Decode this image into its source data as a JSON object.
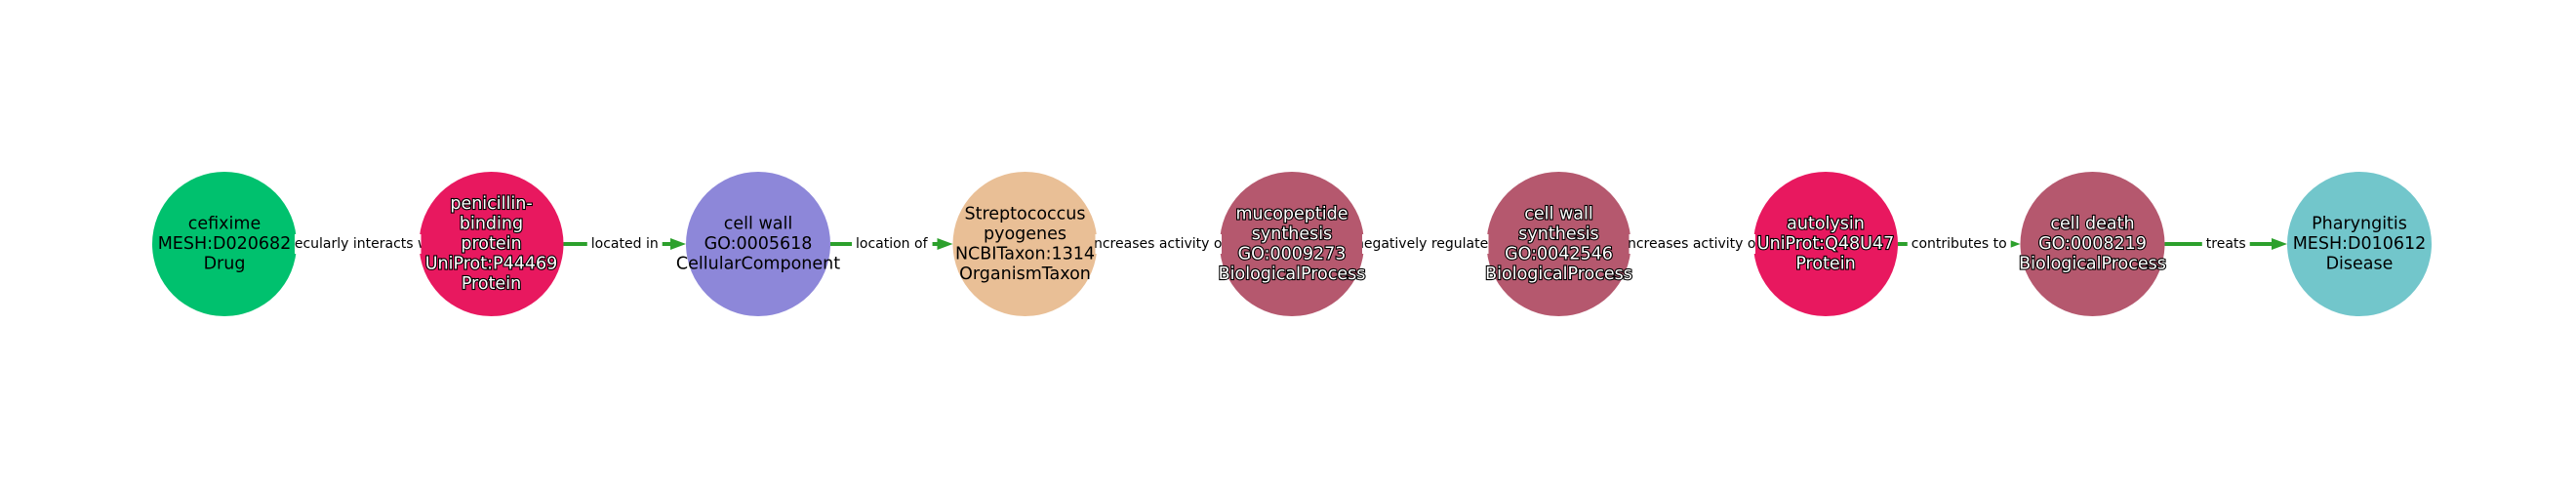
{
  "nodes": [
    {
      "lines": [
        "cefixime",
        "MESH:D020682",
        "Drug"
      ],
      "color": "#00c16e",
      "text_style": "dark"
    },
    {
      "lines": [
        "penicillin-",
        "binding",
        "protein",
        "UniProt:P44469",
        "Protein"
      ],
      "color": "#e8185f",
      "text_style": "light"
    },
    {
      "lines": [
        "cell wall",
        "GO:0005618",
        "CellularComponent"
      ],
      "color": "#8d87d9",
      "text_style": "dark"
    },
    {
      "lines": [
        "Streptococcus",
        "pyogenes",
        "NCBITaxon:1314",
        "OrganismTaxon"
      ],
      "color": "#e9bf96",
      "text_style": "dark"
    },
    {
      "lines": [
        "mucopeptide",
        "synthesis",
        "GO:0009273",
        "BiologicalProcess"
      ],
      "color": "#b5586e",
      "text_style": "light"
    },
    {
      "lines": [
        "cell wall",
        "synthesis",
        "GO:0042546",
        "BiologicalProcess"
      ],
      "color": "#b5586e",
      "text_style": "light"
    },
    {
      "lines": [
        "autolysin",
        "UniProt:Q48U47",
        "Protein"
      ],
      "color": "#e8185f",
      "text_style": "light"
    },
    {
      "lines": [
        "cell death",
        "GO:0008219",
        "BiologicalProcess"
      ],
      "color": "#b5586e",
      "text_style": "light"
    },
    {
      "lines": [
        "Pharyngitis",
        "MESH:D010612",
        "Disease"
      ],
      "color": "#72c6cb",
      "text_style": "dark"
    }
  ],
  "edges": [
    {
      "label": "molecularly interacts with"
    },
    {
      "label": "located in"
    },
    {
      "label": "location of"
    },
    {
      "label": "increases activity of"
    },
    {
      "label": "negatively regulates"
    },
    {
      "label": "increases activity of"
    },
    {
      "label": "contributes to"
    },
    {
      "label": "treats"
    }
  ],
  "edge_color": "#2ca02c"
}
